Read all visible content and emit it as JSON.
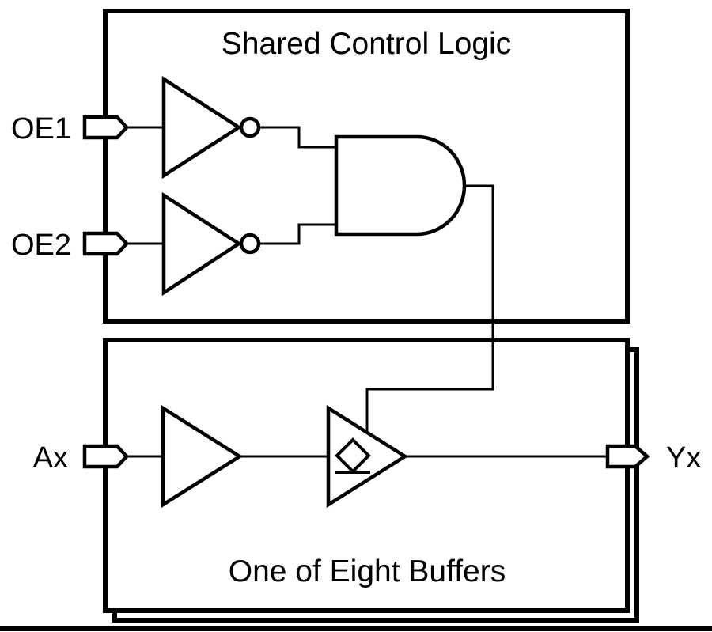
{
  "diagram": {
    "colors": {
      "line": "#000000",
      "background": "#ffffff"
    },
    "top_block": {
      "title": "Shared Control Logic",
      "inputs": [
        {
          "label": "OE1"
        },
        {
          "label": "OE2"
        }
      ],
      "gates": [
        {
          "type": "inverter",
          "name": "oe1-inverter"
        },
        {
          "type": "inverter",
          "name": "oe2-inverter"
        },
        {
          "type": "and",
          "name": "enable-and-gate"
        }
      ]
    },
    "bottom_block": {
      "title": "One of Eight Buffers",
      "input": {
        "label": "Ax"
      },
      "output": {
        "label": "Yx"
      },
      "gates": [
        {
          "type": "buffer",
          "name": "input-buffer"
        },
        {
          "type": "tri-state-buffer",
          "name": "output-tri-state-buffer"
        }
      ]
    }
  }
}
